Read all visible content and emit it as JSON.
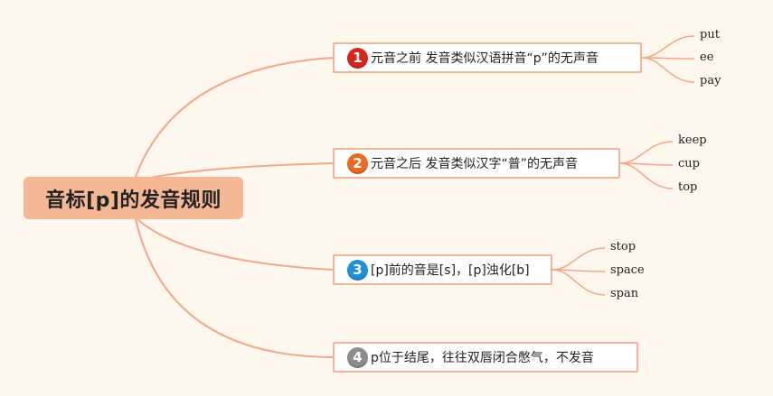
{
  "colors": {
    "background": "#fdf7ee",
    "root_fill": "#f5b895",
    "line": "#f6a587",
    "branch_border": "#f4b39a"
  },
  "root": {
    "label": "音标[p]的发音规则"
  },
  "branches": [
    {
      "number": "1",
      "badge_color": "#d9261c",
      "text": "元音之前 发音类似汉语拼音“p”的无声音",
      "leaves": [
        "put",
        "ee",
        "pay"
      ]
    },
    {
      "number": "2",
      "badge_color": "#ea6b1d",
      "text": "元音之后 发音类似汉字“普”的无声音",
      "leaves": [
        "keep",
        "cup",
        "top"
      ]
    },
    {
      "number": "3",
      "badge_color": "#1f8fd6",
      "text": "[p]前的音是[s]，[p]浊化[b]",
      "leaves": [
        "stop",
        "space",
        "span"
      ]
    },
    {
      "number": "4",
      "badge_color": "#8c8c8c",
      "text": "p位于结尾，往往双唇闭合憋气，不发音",
      "leaves": []
    }
  ]
}
